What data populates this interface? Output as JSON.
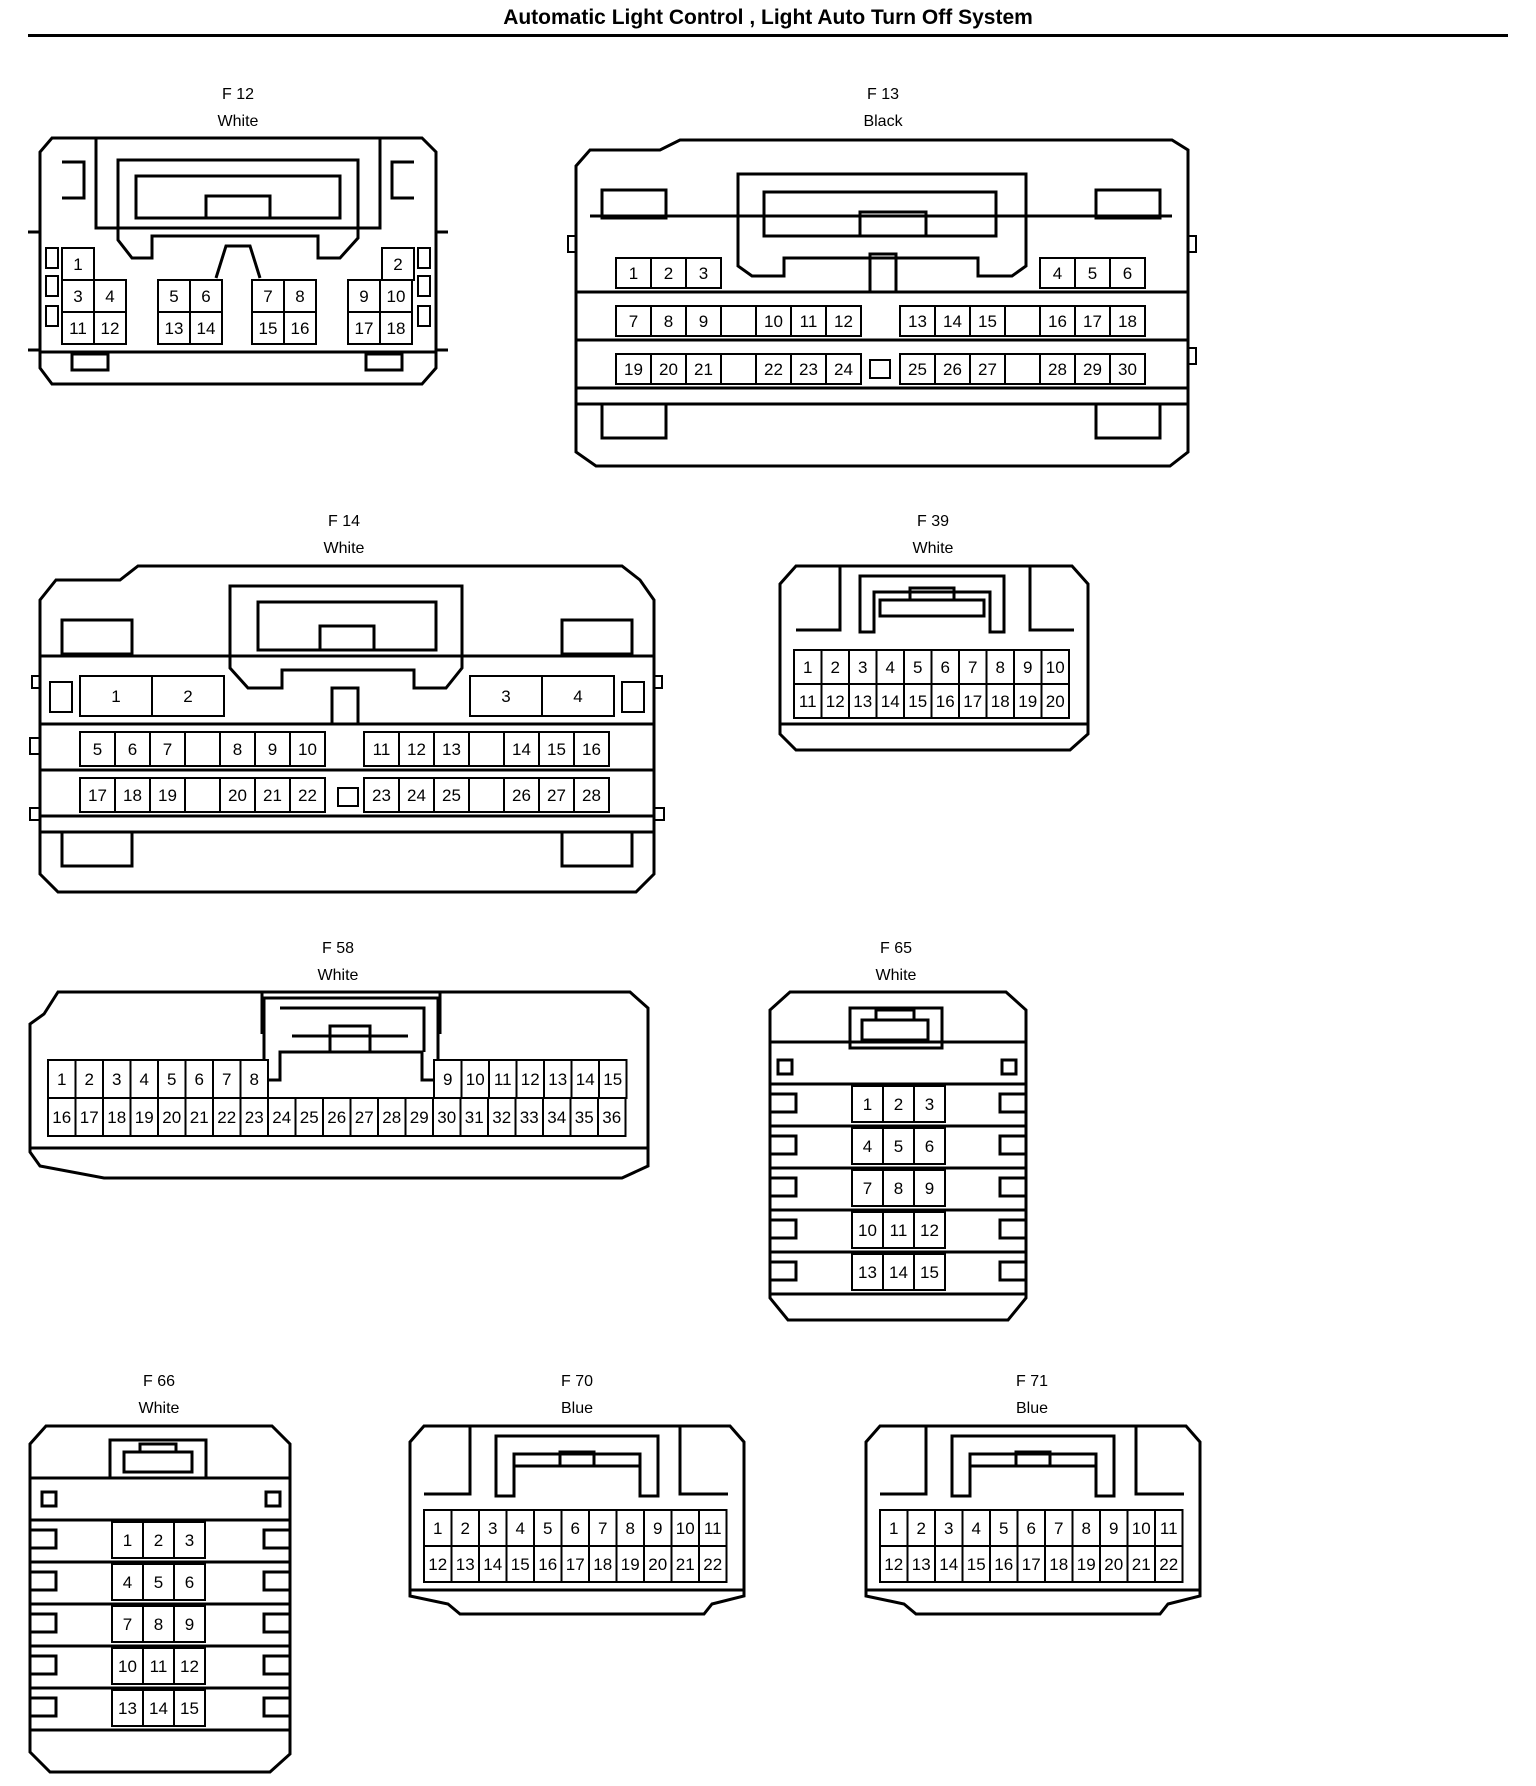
{
  "title": "Automatic Light Control , Light Auto Turn Off System",
  "connectors": [
    {
      "id": "F12",
      "name": "F 12",
      "color": "White",
      "pins": [
        "1",
        "2",
        "3",
        "4",
        "5",
        "6",
        "7",
        "8",
        "9",
        "10",
        "11",
        "12",
        "13",
        "14",
        "15",
        "16",
        "17",
        "18"
      ]
    },
    {
      "id": "F13",
      "name": "F 13",
      "color": "Black",
      "pins": [
        "1",
        "2",
        "3",
        "4",
        "5",
        "6",
        "7",
        "8",
        "9",
        "10",
        "11",
        "12",
        "13",
        "14",
        "15",
        "16",
        "17",
        "18",
        "19",
        "20",
        "21",
        "22",
        "23",
        "24",
        "25",
        "26",
        "27",
        "28",
        "29",
        "30"
      ]
    },
    {
      "id": "F14",
      "name": "F 14",
      "color": "White",
      "pins": [
        "1",
        "2",
        "3",
        "4",
        "5",
        "6",
        "7",
        "8",
        "9",
        "10",
        "11",
        "12",
        "13",
        "14",
        "15",
        "16",
        "17",
        "18",
        "19",
        "20",
        "21",
        "22",
        "23",
        "24",
        "25",
        "26",
        "27",
        "28"
      ]
    },
    {
      "id": "F39",
      "name": "F 39",
      "color": "White",
      "pins": [
        "1",
        "2",
        "3",
        "4",
        "5",
        "6",
        "7",
        "8",
        "9",
        "10",
        "11",
        "12",
        "13",
        "14",
        "15",
        "16",
        "17",
        "18",
        "19",
        "20"
      ]
    },
    {
      "id": "F58",
      "name": "F 58",
      "color": "White",
      "pins": [
        "1",
        "2",
        "3",
        "4",
        "5",
        "6",
        "7",
        "8",
        "9",
        "10",
        "11",
        "12",
        "13",
        "14",
        "15",
        "16",
        "17",
        "18",
        "19",
        "20",
        "21",
        "22",
        "23",
        "24",
        "25",
        "26",
        "27",
        "28",
        "29",
        "30",
        "31",
        "32",
        "33",
        "34",
        "35",
        "36"
      ]
    },
    {
      "id": "F65",
      "name": "F 65",
      "color": "White",
      "pins": [
        "1",
        "2",
        "3",
        "4",
        "5",
        "6",
        "7",
        "8",
        "9",
        "10",
        "11",
        "12",
        "13",
        "14",
        "15"
      ]
    },
    {
      "id": "F66",
      "name": "F 66",
      "color": "White",
      "pins": [
        "1",
        "2",
        "3",
        "4",
        "5",
        "6",
        "7",
        "8",
        "9",
        "10",
        "11",
        "12",
        "13",
        "14",
        "15"
      ]
    },
    {
      "id": "F70",
      "name": "F 70",
      "color": "Blue",
      "pins": [
        "1",
        "2",
        "3",
        "4",
        "5",
        "6",
        "7",
        "8",
        "9",
        "10",
        "11",
        "12",
        "13",
        "14",
        "15",
        "16",
        "17",
        "18",
        "19",
        "20",
        "21",
        "22"
      ]
    },
    {
      "id": "F71",
      "name": "F 71",
      "color": "Blue",
      "pins": [
        "1",
        "2",
        "3",
        "4",
        "5",
        "6",
        "7",
        "8",
        "9",
        "10",
        "11",
        "12",
        "13",
        "14",
        "15",
        "16",
        "17",
        "18",
        "19",
        "20",
        "21",
        "22"
      ]
    }
  ]
}
